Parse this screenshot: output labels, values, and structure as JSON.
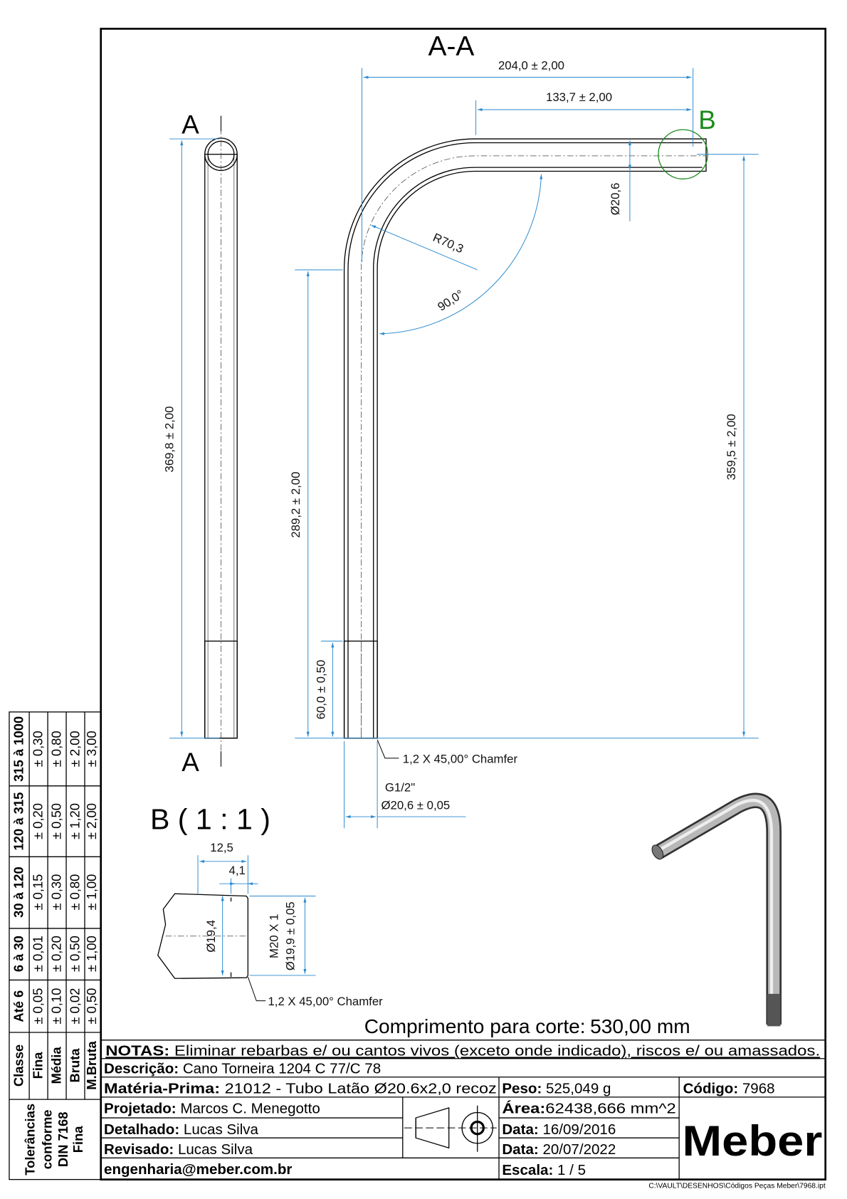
{
  "views": {
    "section_title": "A-A",
    "section_marker_top": "A",
    "section_marker_bottom": "A",
    "detail_marker": "B",
    "detail_title": "B ( 1 : 1 )"
  },
  "dimensions": {
    "side_length": "369,8 ± 2,00",
    "overall_width": "204,0 ± 2,00",
    "straight_length": "133,7 ± 2,00",
    "diameter": "Ø20,6",
    "radius": "R70,3",
    "angle": "90,0°",
    "vertical_straight": "289,2 ± 2,00",
    "overall_height": "359,5 ± 2,00",
    "thread_length": "60,0 ± 0,50",
    "chamfer_main": "1,2 X 45,00° Chamfer",
    "thread_spec": "G1/2\"",
    "thread_diameter": "Ø20,6 ± 0,05",
    "detail_length": "12,5",
    "detail_step": "4,1",
    "detail_inner_diameter": "Ø19,4",
    "detail_thread_spec": "M20 X 1",
    "detail_thread_diameter": "Ø19,9 ± 0,05",
    "chamfer_detail": "1,2 X 45,00° Chamfer"
  },
  "cut_length": {
    "label": "Comprimento para corte:",
    "value": "530,00 mm"
  },
  "tolerance_table": {
    "block_lines": [
      "Tolerâncias",
      "conforme",
      "DIN 7168",
      "Fina"
    ],
    "header": [
      "Classe",
      "Até 6",
      "6 à 30",
      "30 à 120",
      "120 à 315",
      "315 à 1000"
    ],
    "rows": [
      {
        "class": "Fina",
        "values": [
          "± 0,05",
          "± 0,01",
          "± 0,15",
          "± 0,20",
          "± 0,30"
        ]
      },
      {
        "class": "Média",
        "values": [
          "± 0,10",
          "± 0,20",
          "± 0,30",
          "± 0,50",
          "± 0,80"
        ]
      },
      {
        "class": "Bruta",
        "values": [
          "± 0,02",
          "± 0,50",
          "± 0,80",
          "± 1,20",
          "± 2,00"
        ]
      },
      {
        "class": "M.Bruta",
        "values": [
          "± 0,50",
          "± 1,00",
          "± 1,00",
          "± 2,00",
          "± 3,00"
        ]
      }
    ]
  },
  "title_block": {
    "notes": {
      "label": "NOTAS:",
      "value": " Eliminar rebarbas e/ ou cantos vivos (exceto onde indicado), riscos e/ ou amassados."
    },
    "description": {
      "label": "Descrição:",
      "value": " Cano Torneira 1204 C 77/C 78"
    },
    "material": {
      "label": "Matéria-Prima:",
      "value": " 21012 - Tubo Latão Ø20.6x2,0 recoz"
    },
    "weight": {
      "label": "Peso:",
      "value": " 525,049 g"
    },
    "code": {
      "label": "Código:",
      "value": " 7968"
    },
    "designed": {
      "label": "Projetado:",
      "value": " Marcos C. Menegotto"
    },
    "area": {
      "label": "Área:",
      "value": "62438,666 mm^2"
    },
    "detailed": {
      "label": "Detalhado:",
      "value": " Lucas Silva"
    },
    "date1": {
      "label": "Data:",
      "value": " 16/09/2016"
    },
    "revised": {
      "label": "Revisado:",
      "value": " Lucas Silva"
    },
    "date2": {
      "label": "Data:",
      "value": " 20/07/2022"
    },
    "email": "engenharia@meber.com.br",
    "scale": {
      "label": "Escala:",
      "value": " 1 / 5"
    },
    "logo": "Meber"
  },
  "file_path": "C:\\VAULT\\DESENHOS\\Códigos Peças Meber\\7968.ipt",
  "colors": {
    "dimension": "#2a8ad0",
    "detail_marker": "#1a8a1a",
    "line": "#000000"
  }
}
